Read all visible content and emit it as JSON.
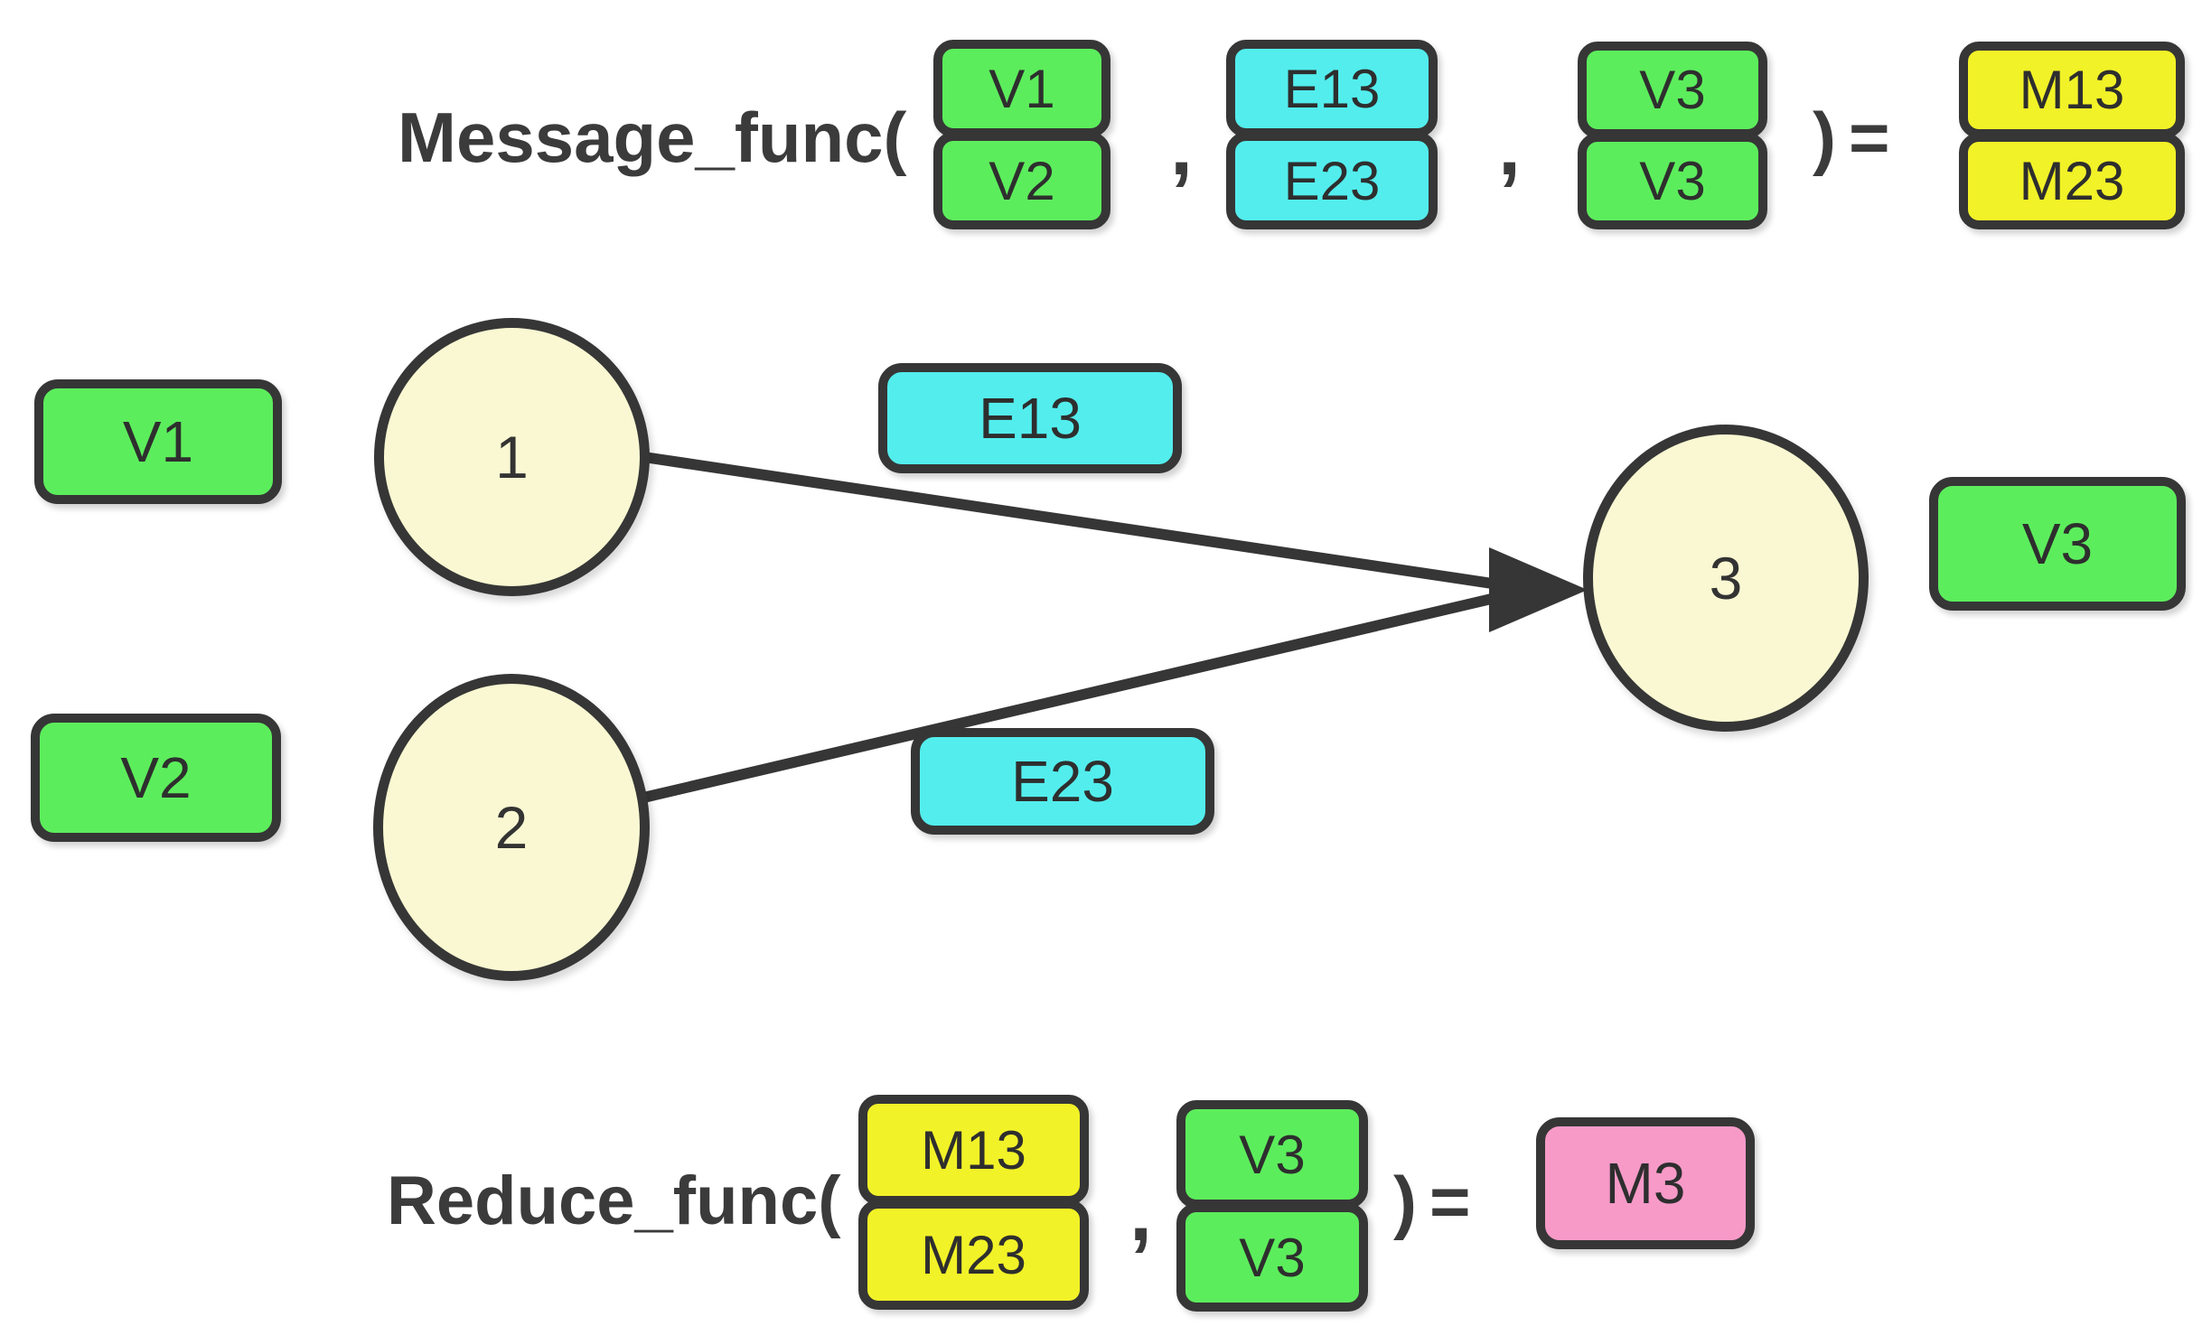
{
  "colors": {
    "vertex_feature": "#5ced5c",
    "edge_feature": "#53eded",
    "message_feature": "#f2f228",
    "reduced_feature": "#f79ac8",
    "node_fill": "#f9f8d2",
    "line_stroke": "#363636"
  },
  "top_formula": {
    "label": "Message_func(",
    "comma1": ",",
    "comma2": ",",
    "close": ")=",
    "v_stack": [
      "V1",
      "V2"
    ],
    "e_stack": [
      "E13",
      "E23"
    ],
    "v3_stack": [
      "V3",
      "V3"
    ],
    "m_stack": [
      "M13",
      "M23"
    ]
  },
  "graph": {
    "v1_box": "V1",
    "v2_box": "V2",
    "v3_box": "V3",
    "e13_box": "E13",
    "e23_box": "E23",
    "node1": "1",
    "node2": "2",
    "node3": "3"
  },
  "bottom_formula": {
    "label": "Reduce_func(",
    "comma": ",",
    "close": ")=",
    "m_stack": [
      "M13",
      "M23"
    ],
    "v3_stack": [
      "V3",
      "V3"
    ],
    "result": "M3"
  }
}
